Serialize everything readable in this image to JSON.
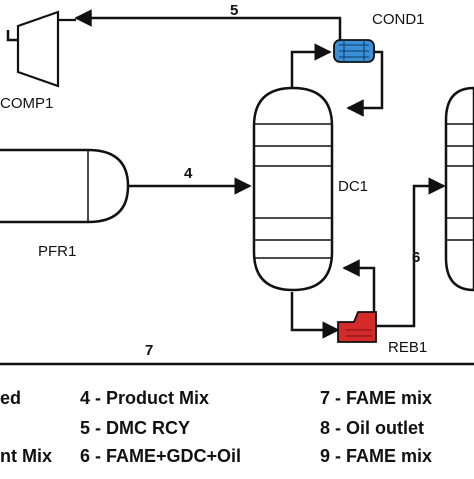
{
  "units": {
    "comp1": "COMP1",
    "cond1": "COND1",
    "dc1": "DC1",
    "pfr1": "PFR1",
    "reb1": "REB1"
  },
  "streams": {
    "s4": "4",
    "s5": "5",
    "s6": "6",
    "s7": "7"
  },
  "legend": {
    "col1": [
      "ed",
      "nt Mix"
    ],
    "col2": [
      "4 - Product Mix",
      "5 - DMC RCY",
      "6 - FAME+GDC+Oil"
    ],
    "col3": [
      "7 - FAME mix",
      "8 - Oil outlet",
      "9 - FAME mix"
    ]
  },
  "colors": {
    "condenser": "#3a8fd6",
    "reboiler": "#d42a2a",
    "line": "#111111"
  }
}
